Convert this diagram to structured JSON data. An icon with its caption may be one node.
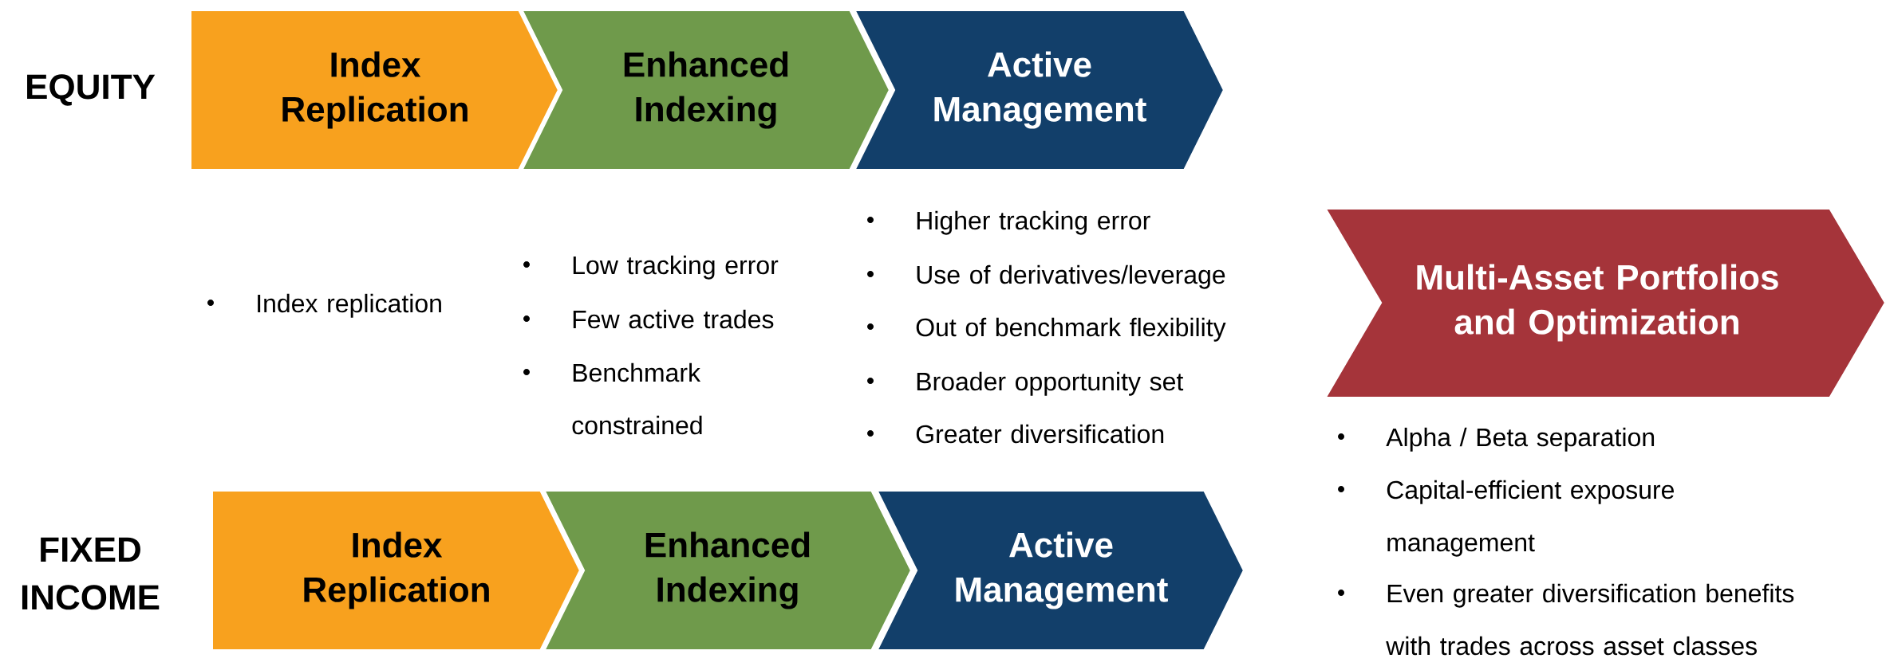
{
  "diagram": {
    "nodes": [
      {
        "text": [
          "Index Replication"
        ]
      },
      {
        "text": [
          "Enhanced Indexing"
        ]
      },
      {
        "text": [
          "Active Management"
        ]
      },
      {
        "text": [
          "Index Replication"
        ]
      },
      {
        "text": [
          "Enhanced Indexing"
        ]
      },
      {
        "text": [
          "Active Management"
        ]
      },
      {
        "text": [
          "Multi-Asset Portfolios and Optimization"
        ],
        "beside": [
          "Alpha / Beta separation",
          "Capital-efficient exposure management",
          "Even greater diversification benefits with trades across asset classes"
        ]
      }
    ],
    "labels": [
      "EQUITY",
      "Index replication",
      "Low tracking error",
      "Few active trades",
      "Benchmark constrained",
      "Higher tracking error",
      "Use of derivatives/leverage",
      "Out of benchmark flexibility",
      "Broader opportunity set",
      "Greater diversification",
      "FIXED INCOME"
    ]
  }
}
